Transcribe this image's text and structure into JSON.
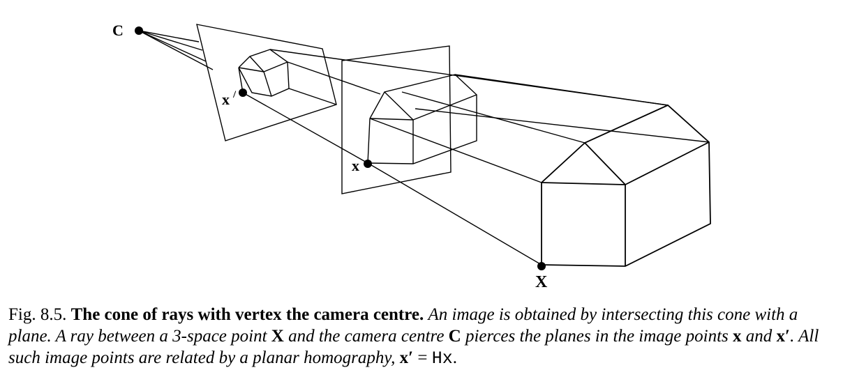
{
  "figure": {
    "labels": {
      "camera_centre": "C",
      "image_point_first": "x",
      "image_point_second": "x",
      "prime_mark": "/",
      "world_point": "X"
    }
  },
  "caption": {
    "number": "Fig. 8.5.",
    "title": "The cone of rays with vertex the camera centre.",
    "t1": "An image is obtained by intersecting this cone with a plane. A ray between a 3-space point",
    "sym_X": "X",
    "t2": "and the camera centre",
    "sym_C": "C",
    "t3": "pierces the planes in the image points",
    "sym_x": "x",
    "t4": "and",
    "sym_xp": "x′",
    "t5": ". All such image points are related by a planar homography,",
    "eq_lhs": "x′",
    "eq_sign": "=",
    "eq_rhs": "Hx",
    "t6": "."
  }
}
